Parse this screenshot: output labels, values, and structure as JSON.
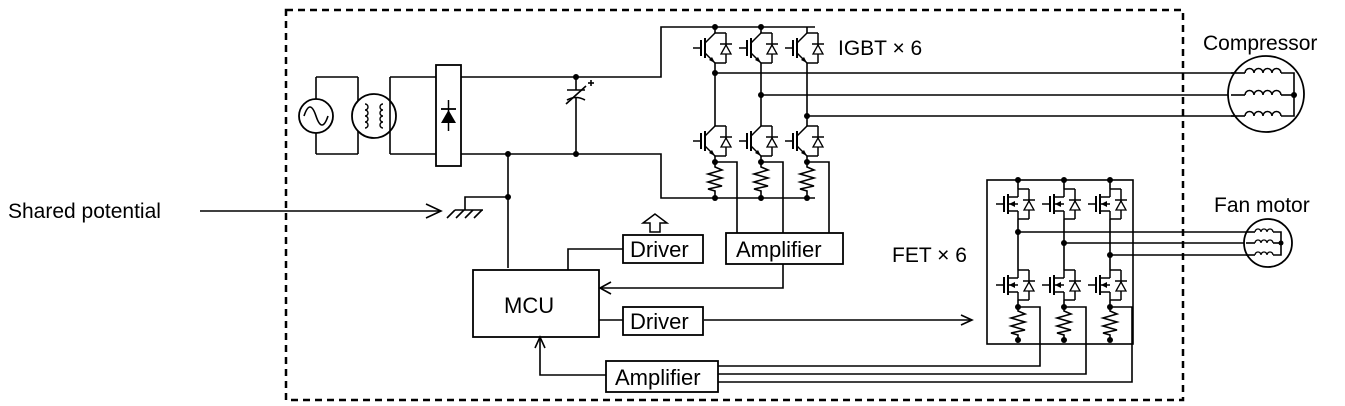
{
  "diagram": {
    "labels": {
      "igbt": "IGBT × 6",
      "compressor": "Compressor",
      "fan_motor": "Fan motor",
      "fet": "FET × 6",
      "shared_potential": "Shared potential",
      "driver_top": "Driver",
      "amplifier_top": "Amplifier",
      "mcu": "MCU",
      "driver_bottom": "Driver",
      "amplifier_bottom": "Amplifier"
    },
    "colors": {
      "line": "#000000",
      "background": "#ffffff"
    }
  }
}
